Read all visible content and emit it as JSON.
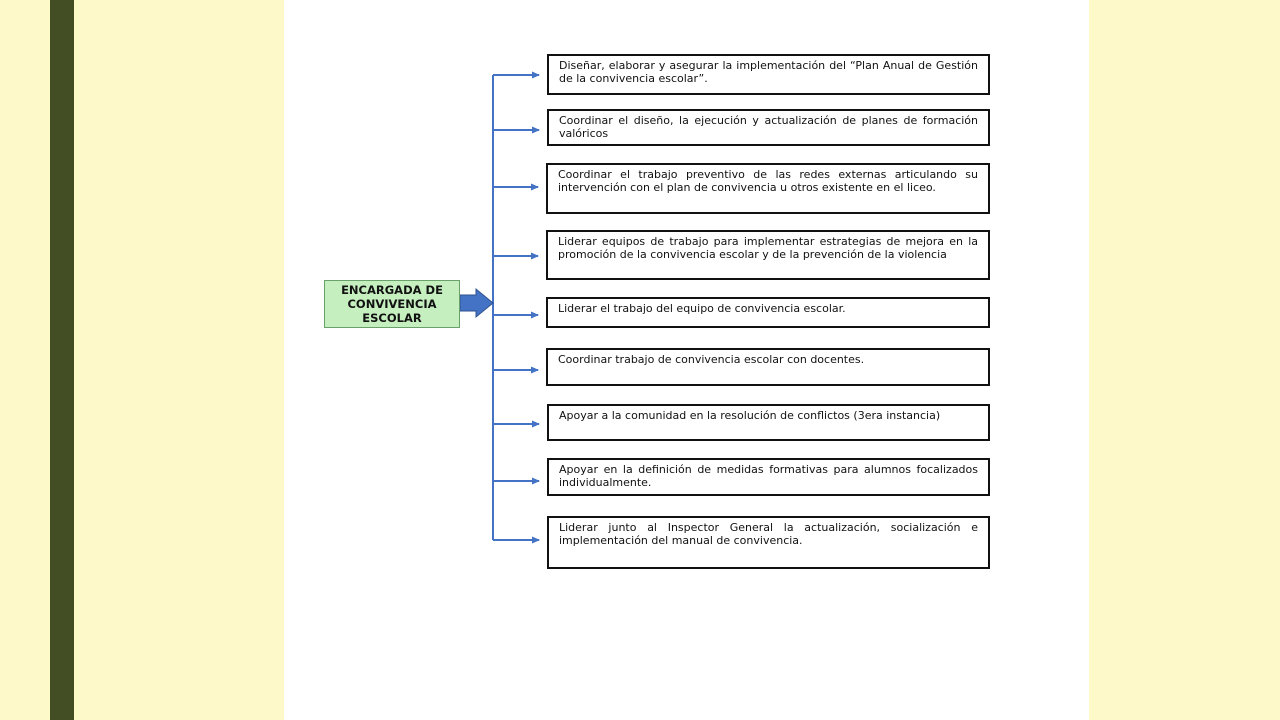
{
  "colors": {
    "background": "#FDF9C9",
    "left_bar": "#434E25",
    "panel": "#FFFFFF",
    "root_fill": "#C6EFC0",
    "connector": "#4472C4"
  },
  "root": {
    "label": "ENCARGADA DE\nCONVIVENCIA\nESCOLAR"
  },
  "tasks": [
    {
      "text": "Diseñar, elaborar y asegurar la implementación del “Plan Anual de Gestión de la convivencia escolar”."
    },
    {
      "text": "Coordinar el diseño, la ejecución y actualización de planes de formación valóricos"
    },
    {
      "text": "Coordinar el trabajo preventivo de las redes externas articulando su intervención con el plan de convivencia u otros existente en el liceo."
    },
    {
      "text": "Liderar equipos de trabajo para implementar estrategias de mejora en la promoción de la convivencia escolar y de la prevención de la violencia"
    },
    {
      "text": "Liderar el trabajo del equipo de convivencia escolar."
    },
    {
      "text": "Coordinar trabajo de convivencia escolar con docentes."
    },
    {
      "text": "Apoyar a la comunidad en la resolución de conflictos (3era instancia)"
    },
    {
      "text": "Apoyar en la definición de medidas formativas para alumnos focalizados individualmente."
    },
    {
      "text": "Liderar junto al Inspector General la actualización, socialización e implementación del manual de convivencia."
    }
  ]
}
